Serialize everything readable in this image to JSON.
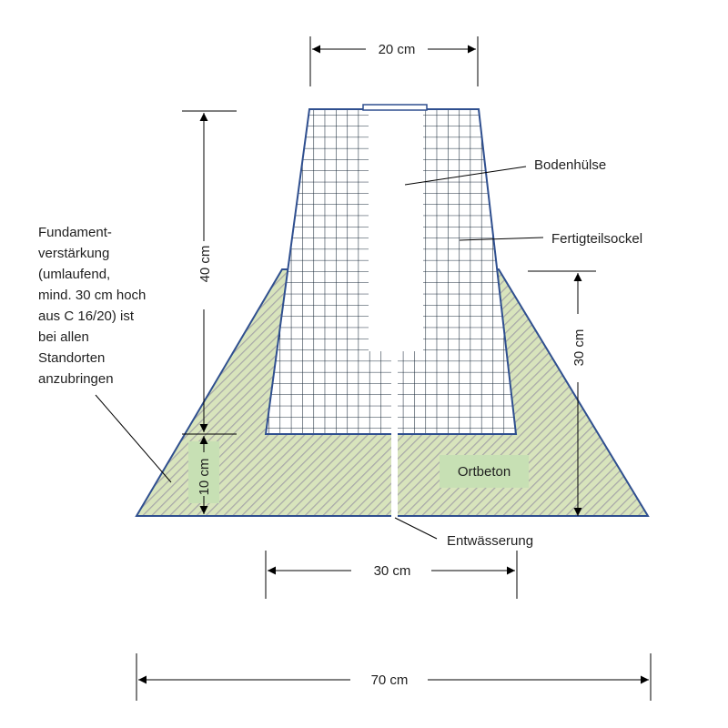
{
  "dimensions": {
    "top_width": "20 cm",
    "base_height": "40 cm",
    "side_height": "30 cm",
    "bottom_height": "10 cm",
    "inner_width": "30 cm",
    "total_width": "70 cm"
  },
  "labels": {
    "sleeve": "Bodenhülse",
    "precast_base": "Fertigteilsockel",
    "cast_concrete": "Ortbeton",
    "drainage": "Entwässerung"
  },
  "note": {
    "lines": [
      "Fundament-",
      "verstärkung",
      "(umlaufend,",
      "mind. 30 cm hoch",
      "aus C 16/20) ist",
      "bei allen",
      "Standorten",
      "anzubringen"
    ]
  },
  "colors": {
    "outline": "#2f4f8f",
    "concrete_fill": "#d8e4bc",
    "hatch": "#a8a8a8",
    "grid": "#1a2a3a",
    "label_box": "#c7e0b4"
  }
}
